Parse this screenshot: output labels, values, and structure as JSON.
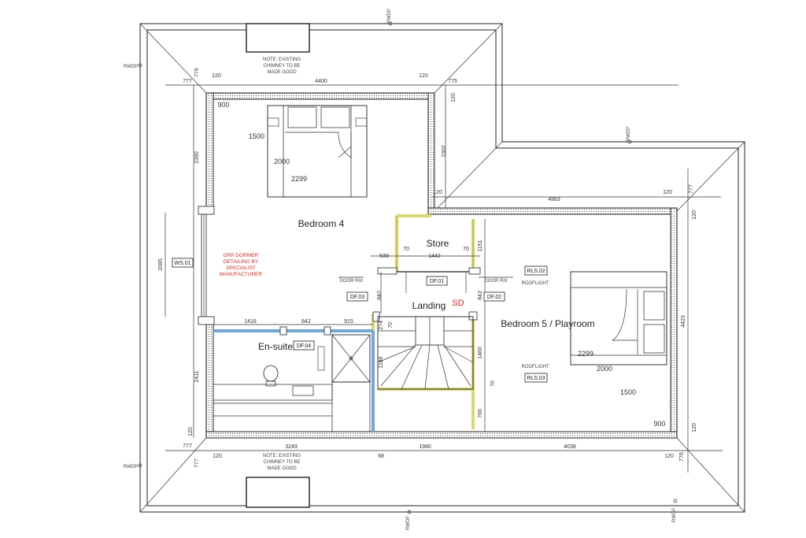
{
  "rooms": {
    "bedroom4": "Bedroom 4",
    "store": "Store",
    "landing": "Landing",
    "sd": "SD",
    "ensuite": "En-suite",
    "bedroom5": "Bedroom 5 / Playroom"
  },
  "notes": {
    "chimney_top": [
      "NOTE: EXISTING",
      "CHIMNEY TO BE",
      "MADE GOOD"
    ],
    "chimney_bottom": [
      "NOTE: EXISTING",
      "CHIMNEY TO BE",
      "MADE GOOD"
    ],
    "dormer": [
      "GRP DORMER",
      "DETAILING BY",
      "SPECIALIST",
      "MANUFACTURER"
    ]
  },
  "tags": {
    "ws01": "WS.01",
    "df01": "DF.01",
    "df02": "DF.02",
    "df03": "DF.03",
    "df04": "DF.04",
    "rls02": "RLS.02",
    "rls03": "RLS.03",
    "rooflight_a": "ROOFLIGHT",
    "rooflight_b": "ROOFLIGHT",
    "door_a": "DOOR R/d",
    "door_b": "DOOR R/d",
    "rwdp_1": "RWDP",
    "rwdp_2": "RWDP",
    "rwdp_3": "RWDP",
    "rwdp_4": "RWDP",
    "rwdp_5": "RWDP",
    "rwdp_6": "RWDP"
  },
  "furniture": {
    "bed4_w": "1500",
    "bed4_l": "2000",
    "bed4_2299": "2299",
    "bed5_2299": "2299",
    "bed5_2000": "2000",
    "bed5_1500": "1500",
    "c900_a": "900",
    "c900_b": "900"
  },
  "dims": {
    "d777_tl": "777",
    "d776": "776",
    "d120_a": "120",
    "d4400": "4400",
    "d120_b": "120",
    "d775": "775",
    "d120_c": "120",
    "d2390": "2390",
    "d2302": "2302",
    "d120_d": "120",
    "d4863": "4863",
    "d120_e": "120",
    "d777_r": "777",
    "d120_f": "120",
    "d539": "539",
    "d70_a": "70",
    "d1442": "1442",
    "d70_b": "70",
    "d1151": "1151",
    "d2085": "2085",
    "d842_a": "842",
    "d842_b": "842",
    "d1416": "1416",
    "d842_c": "842",
    "d915": "915",
    "d274": "274",
    "d70_c": "70",
    "d1186": "1186",
    "d1460": "1460",
    "d70_d": "70",
    "d766": "766",
    "d4423": "4423",
    "d2411": "2411",
    "d120_g": "120",
    "d777_bl": "777",
    "d120_h": "120",
    "d3249": "3249",
    "d68": "68",
    "d1980": "1980",
    "d4038": "4038",
    "d120_i": "120",
    "d777_bl2": "777",
    "d776_br": "776",
    "d120_br": "120"
  }
}
